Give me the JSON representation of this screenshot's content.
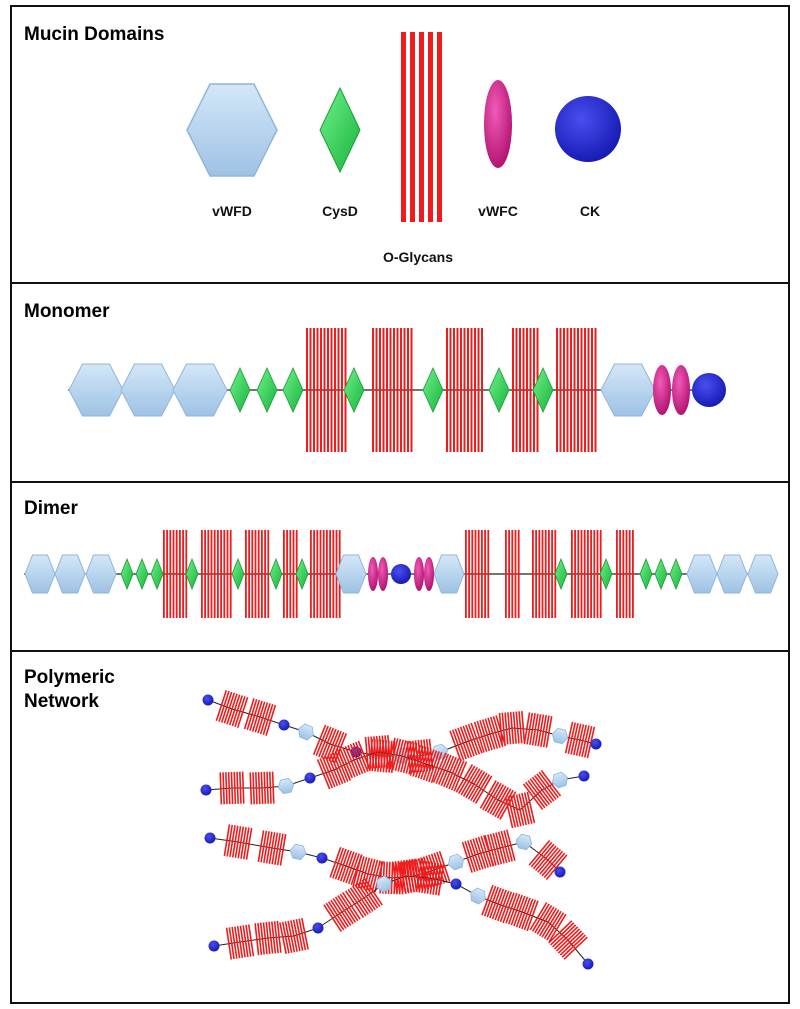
{
  "legend": {
    "title": "Mucin Domains",
    "items": [
      {
        "key": "vwfd",
        "label": "vWFD"
      },
      {
        "key": "cysd",
        "label": "CysD"
      },
      {
        "key": "oglycans",
        "label": "O-Glycans"
      },
      {
        "key": "vwfc",
        "label": "vWFC"
      },
      {
        "key": "ck",
        "label": "CK"
      }
    ]
  },
  "monomer": {
    "title": "Monomer"
  },
  "dimer": {
    "title": "Dimer"
  },
  "network": {
    "title": "Polymeric\nNetwork"
  },
  "colors": {
    "vwfd_fill": "#b9d7f0",
    "vwfd_stroke": "#7fa9cf",
    "cysd_fill": "#39e05a",
    "cysd_stroke": "#1a9d34",
    "glycan": "#ee1c1c",
    "vwfc_fill": "#d61f8e",
    "ck_fill": "#1f23d8",
    "line": "#222222"
  }
}
